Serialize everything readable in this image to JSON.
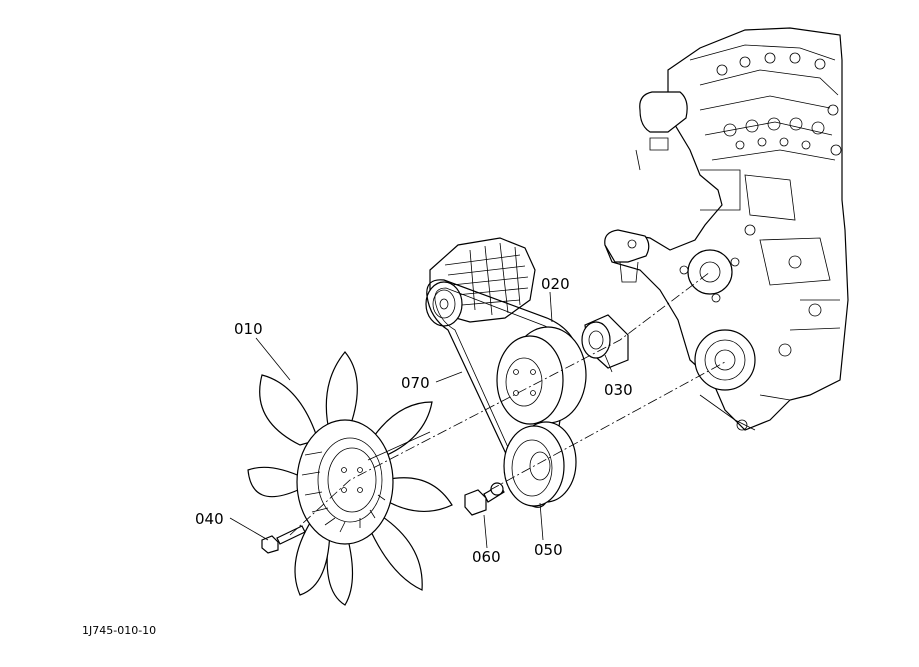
{
  "callouts": {
    "fan": "010",
    "belt": "070",
    "pulley": "020",
    "spacer": "030",
    "bolt_fan": "040",
    "bolt_crank": "060",
    "crank_pulley": "050"
  },
  "drawing_code": "1J745-010-10"
}
